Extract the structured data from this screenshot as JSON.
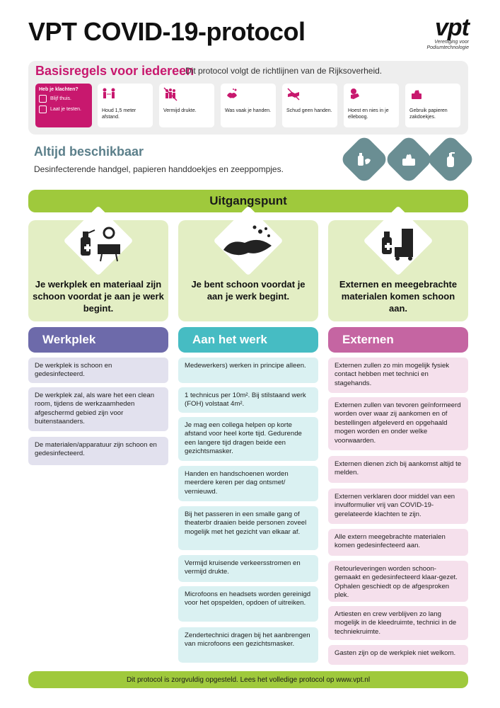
{
  "header": {
    "title": "VPT COVID-19-protocol",
    "logo_mark": "vpt",
    "logo_sub_1": "Vereniging voor",
    "logo_sub_2": "Podiumtechnologie"
  },
  "basisregels": {
    "title": "Basisregels voor iedereen",
    "subtitle": "Dit protocol volgt de richtlijnen van de Rijksoverheid.",
    "klachten": {
      "title": "Heb je klachten?",
      "rows": [
        "Blijf thuis.",
        "Laat je testen."
      ]
    },
    "rules": [
      {
        "icon": "distance-icon",
        "text": "Houd 1,5 meter afstand."
      },
      {
        "icon": "crowd-icon",
        "text": "Vermijd drukte."
      },
      {
        "icon": "wash-hands-icon",
        "text": "Was vaak je handen."
      },
      {
        "icon": "no-handshake-icon",
        "text": "Schud geen handen."
      },
      {
        "icon": "cough-elbow-icon",
        "text": "Hoest en nies in je elleboog."
      },
      {
        "icon": "tissue-icon",
        "text": "Gebruik papieren zakdoekjes."
      }
    ]
  },
  "altijd": {
    "title": "Altijd beschikbaar",
    "subtitle": "Desinfecterende handgel, papieren handdoekjes en zeeppompjes.",
    "icons": [
      "hand-gel-icon",
      "paper-towel-icon",
      "soap-pump-icon"
    ]
  },
  "uitgangspunt": {
    "title": "Uitgangspunt",
    "cards": [
      {
        "icon": "spray-equipment-icon",
        "text": "Je werkplek en materiaal zijn schoon voordat je aan je werk begint."
      },
      {
        "icon": "clean-hands-icon",
        "text": "Je bent schoon voordat je aan je werk begint."
      },
      {
        "icon": "external-materials-icon",
        "text": "Externen en meegebrachte materialen komen schoon aan."
      }
    ]
  },
  "columns": {
    "werkplek": {
      "title": "Werkplek",
      "items": [
        "De werkplek is schoon en gedesinfecteerd.",
        "De werkplek zal, als ware het een clean room, tijdens de werkzaamheden afgeschermd gebied zijn voor buitenstaanders.",
        "De materialen/apparatuur zijn schoon en gedesinfecteerd."
      ]
    },
    "aanhetwerk": {
      "title": "Aan het werk",
      "items": [
        "Medewerkers) werken in principe alleen.",
        "1 technicus per 10m². Bij stilstaand werk (FOH) volstaat 4m².",
        "Je mag een collega helpen op korte afstand voor heel korte tijd. Gedurende een langere tijd dragen beide een gezichtsmasker.",
        "Handen en handschoenen worden meerdere keren per dag ontsmet/ vernieuwd.",
        "Bij het passeren in een smalle gang of theaterbr draaien beide personen zoveel mogelijk met het gezicht van elkaar af.",
        "Vermijd kruisende verkeersstromen en vermijd drukte.",
        "Microfoons en headsets worden gereinigd voor het opspelden, opdoen of uitreiken.",
        "Zendertechnici dragen bij het aanbrengen van microfoons een gezichtsmasker."
      ]
    },
    "externen": {
      "title": "Externen",
      "items": [
        "Externen zullen zo min mogelijk fysiek contact hebben met technici en stagehands.",
        "Externen zullen van tevoren geïnformeerd worden over waar zij aankomen en of bestellingen afgeleverd en opgehaald mogen worden en onder welke voorwaarden.",
        "Externen dienen zich bij aankomst altijd te melden.",
        "Externen verklaren door middel van een invulformulier vrij van COVID-19-gerelateerde klachten te zijn.",
        "Alle extern meegebrachte materialen komen gedesinfecteerd aan.",
        "Retourleveringen worden schoon-gemaakt en gedesinfecteerd klaar-gezet. Ophalen geschiedt op de afgesproken plek.",
        "Artiesten en crew verblijven zo lang mogelijk in de kleedruimte, technici in de techniekruimte.",
        "Gasten zijn op de werkplek niet welkom."
      ]
    }
  },
  "footer": {
    "text": "Dit protocol is zorgvuldig opgesteld. Lees het volledige protocol op www.vpt.nl"
  },
  "colors": {
    "magenta": "#c8186e",
    "green": "#9fc93c",
    "light_green": "#e3eec4",
    "purple": "#6d6aaa",
    "teal": "#46bcc3",
    "pink": "#c565a2",
    "slate": "#6a8e93"
  }
}
